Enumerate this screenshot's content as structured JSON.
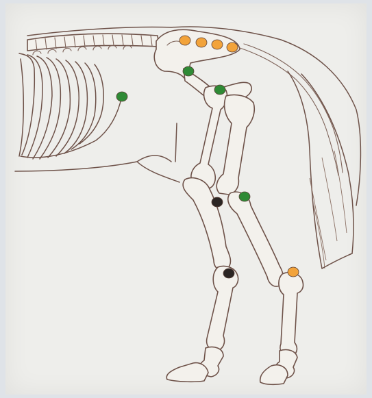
{
  "colors": {
    "orange_marker": "#f2a33a",
    "green_marker": "#2f8a35",
    "black_marker": "#2b2523",
    "outline": "#6e5249",
    "paper": "#eeeeeb"
  },
  "markers": [
    {
      "color": "orange",
      "name": "marker-orange-1"
    },
    {
      "color": "orange",
      "name": "marker-orange-2"
    },
    {
      "color": "orange",
      "name": "marker-orange-3"
    },
    {
      "color": "orange",
      "name": "marker-orange-4"
    },
    {
      "color": "green",
      "name": "marker-green-hip"
    },
    {
      "color": "green",
      "name": "marker-green-femur"
    },
    {
      "color": "green",
      "name": "marker-green-ribs"
    },
    {
      "color": "green",
      "name": "marker-green-stifle"
    },
    {
      "color": "black",
      "name": "marker-black-stifle"
    },
    {
      "color": "black",
      "name": "marker-black-front-cannon"
    },
    {
      "color": "orange",
      "name": "marker-orange-hock"
    }
  ]
}
